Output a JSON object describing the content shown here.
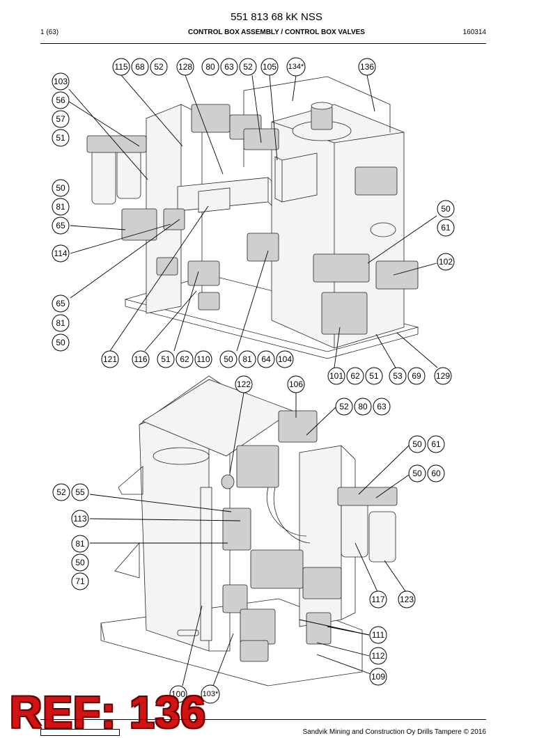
{
  "header": {
    "title": "551 813 68 kK NSS",
    "page": "1 (63)",
    "subtitle": "CONTROL BOX ASSEMBLY / CONTROL BOX VALVES",
    "date_code": "160314"
  },
  "callouts": {
    "upper": [
      "115",
      "68",
      "52",
      "128",
      "80",
      "63",
      "52",
      "105",
      "134*",
      "136",
      "103",
      "56",
      "57",
      "51",
      "50",
      "81",
      "65",
      "114",
      "65",
      "81",
      "50",
      "50",
      "61",
      "102",
      "121",
      "116",
      "51",
      "62",
      "110",
      "50",
      "81",
      "64",
      "104",
      "101",
      "62",
      "51",
      "53",
      "69",
      "129"
    ],
    "lower": [
      "122",
      "106",
      "52",
      "80",
      "63",
      "50",
      "61",
      "50",
      "60",
      "52",
      "55",
      "113",
      "81",
      "50",
      "71",
      "117",
      "123",
      "111",
      "112",
      "109",
      "100",
      "103*"
    ]
  },
  "watermark": "REF: 136",
  "footer": {
    "copyright": "Sandvik Mining and Construction Oy Drills Tampere © 2016"
  }
}
